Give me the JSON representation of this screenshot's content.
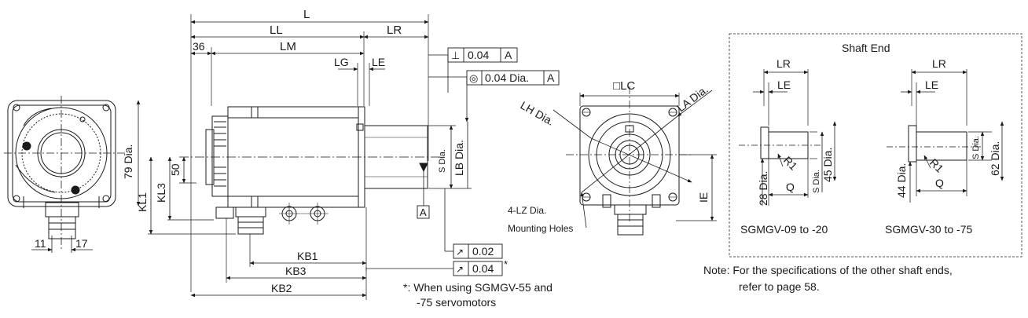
{
  "side_view": {
    "dims": {
      "L": "L",
      "LL": "LL",
      "LR": "LR",
      "d36": "36",
      "LM": "LM",
      "LG": "LG",
      "LE": "LE",
      "KL1": "KL1",
      "KL3": "KL3",
      "d50": "50",
      "KB1": "KB1",
      "KB3": "KB3",
      "KB2": "KB2",
      "S_dia": "S Dia.",
      "LB_dia": "LB Dia."
    },
    "datum": "A",
    "tolerance_perp": {
      "symbol": "⊥",
      "value": "0.04",
      "datum": "A"
    },
    "tolerance_conc": {
      "symbol": "◎",
      "value": "0.04 Dia.",
      "datum": "A"
    },
    "runout_1": {
      "symbol": "↗",
      "value": "0.02"
    },
    "runout_2": {
      "symbol": "↗",
      "value": "0.04",
      "mark": "*"
    },
    "footnote_line1": "*: When using SGMGV-55 and",
    "footnote_line2": "-75 servomotors"
  },
  "rear_view": {
    "d79": "79 Dia.",
    "d11": "11",
    "d17": "17"
  },
  "flange_view": {
    "LC": "LC",
    "LA": "LA Dia.",
    "LH": "LH Dia.",
    "IE": "IE",
    "holes_line1": "4-LZ Dia.",
    "holes_line2": "Mounting Holes"
  },
  "shaft_end": {
    "title": "Shaft End",
    "left": {
      "LR": "LR",
      "LE": "LE",
      "R1": "R1",
      "Q": "Q",
      "d28": "28 Dia.",
      "S": "S Dia.",
      "d45": "45 Dia.",
      "caption": "SGMGV-09 to -20"
    },
    "right": {
      "LR": "LR",
      "LE": "LE",
      "R1": "R1",
      "Q": "Q",
      "d44": "44 Dia.",
      "S": "S Dia.",
      "d62": "62 Dia.",
      "caption": "SGMGV-30 to -75"
    }
  },
  "note_line1": "Note: For the specifications of the other shaft ends,",
  "note_line2": "refer to page 58."
}
